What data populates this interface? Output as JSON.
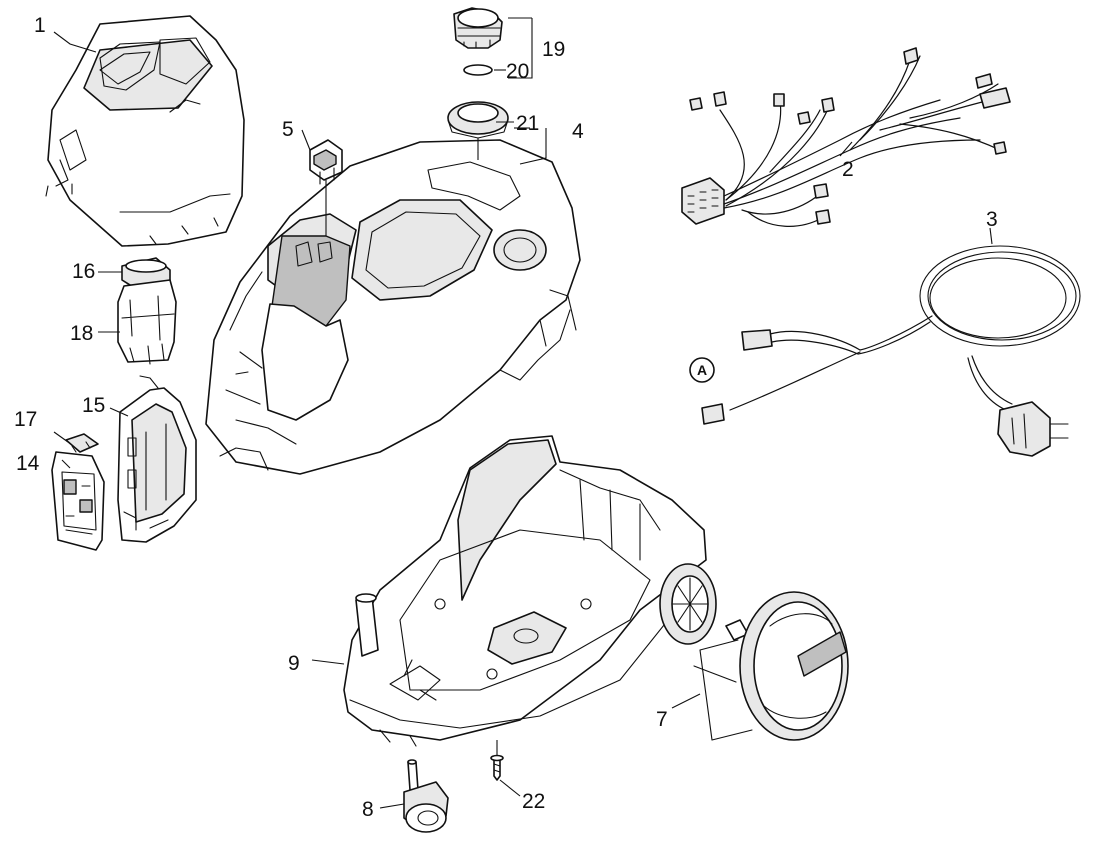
{
  "diagram": {
    "callouts": {
      "c1": "1",
      "c2": "2",
      "c3": "3",
      "c4": "4",
      "c5": "5",
      "c7": "7",
      "c8": "8",
      "c9": "9",
      "c14": "14",
      "c15": "15",
      "c16": "16",
      "c17": "17",
      "c18": "18",
      "c19": "19",
      "c20": "20",
      "c21": "21",
      "c22": "22"
    },
    "marker_a": "A"
  }
}
